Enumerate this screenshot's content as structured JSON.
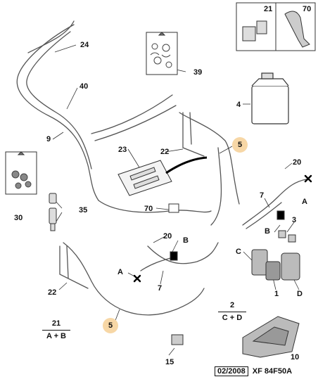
{
  "callouts": {
    "c1": "1",
    "c2": "2",
    "c3": "3",
    "c4": "4",
    "c5a": "5",
    "c5b": "5",
    "c7a": "7",
    "c7b": "7",
    "c9": "9",
    "c10": "10",
    "c15": "15",
    "c20a": "20",
    "c20b": "20",
    "c21": "21",
    "c22a": "22",
    "c22b": "22",
    "c23": "23",
    "c24": "24",
    "c30": "30",
    "c35": "35",
    "c39": "39",
    "c40": "40",
    "c70a": "70",
    "c70b": "70",
    "lA1": "A",
    "lA2": "A",
    "lB1": "B",
    "lB2": "B",
    "lC": "C",
    "lD": "D"
  },
  "fractions": {
    "f2_top": "2",
    "f2_bottom": "C + D",
    "f21_top": "21",
    "f21_bottom": "A + B"
  },
  "footer": {
    "date": "02/2008",
    "reference": "XF 84F50A"
  },
  "colors": {
    "highlight": "#f7d7a6",
    "line": "#555555",
    "part_fill": "#d9d9d9"
  }
}
